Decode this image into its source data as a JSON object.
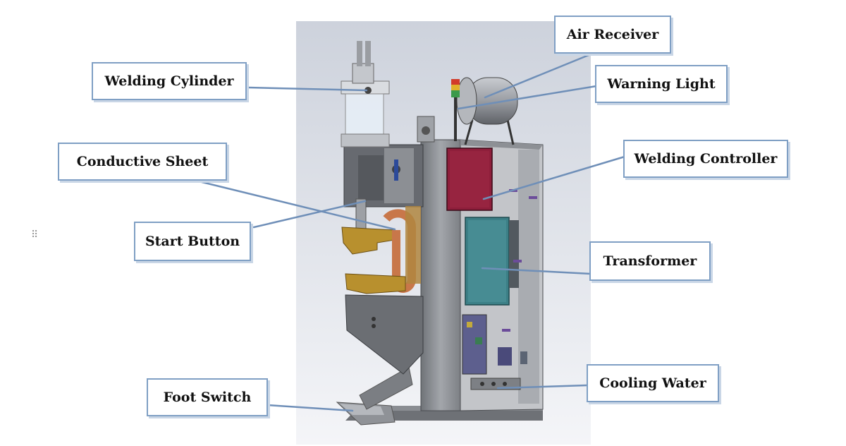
{
  "diagram": {
    "labels": {
      "welding_cylinder": "Welding Cylinder",
      "conductive_sheet": "Conductive Sheet",
      "start_button": "Start Button",
      "foot_switch": "Foot Switch",
      "air_receiver": "Air Receiver",
      "warning_light": "Warning Light",
      "welding_controller": "Welding Controller",
      "transformer": "Transformer",
      "cooling_water": "Cooling Water"
    },
    "colors": {
      "callout_border": "#7f9fc4",
      "leader_line": "#6f8fb8",
      "controller_box": "#8e1e3b",
      "transformer_box": "#3c7f86",
      "copper": "#c8774a",
      "brass": "#b8902e",
      "frame_grey": "#8e9196"
    },
    "drag_handle_icon": "drag-handle-icon"
  }
}
